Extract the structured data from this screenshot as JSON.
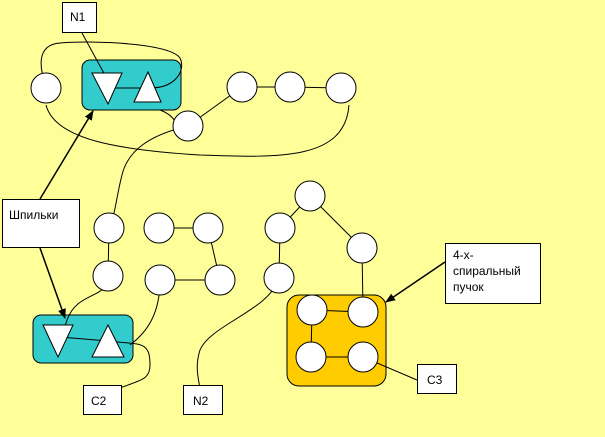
{
  "labels": {
    "n1": "N1",
    "hairpins": "Шпильки",
    "bundle": "4-х-\nспиральный\nпучок",
    "c2": "C2",
    "n2": "N2",
    "c3": "C3"
  },
  "colors": {
    "background": "#ffff99",
    "hairpin_box": "#33cccc",
    "bundle_box": "#ffcc00",
    "element_fill": "#ffffff",
    "line": "#000000"
  }
}
